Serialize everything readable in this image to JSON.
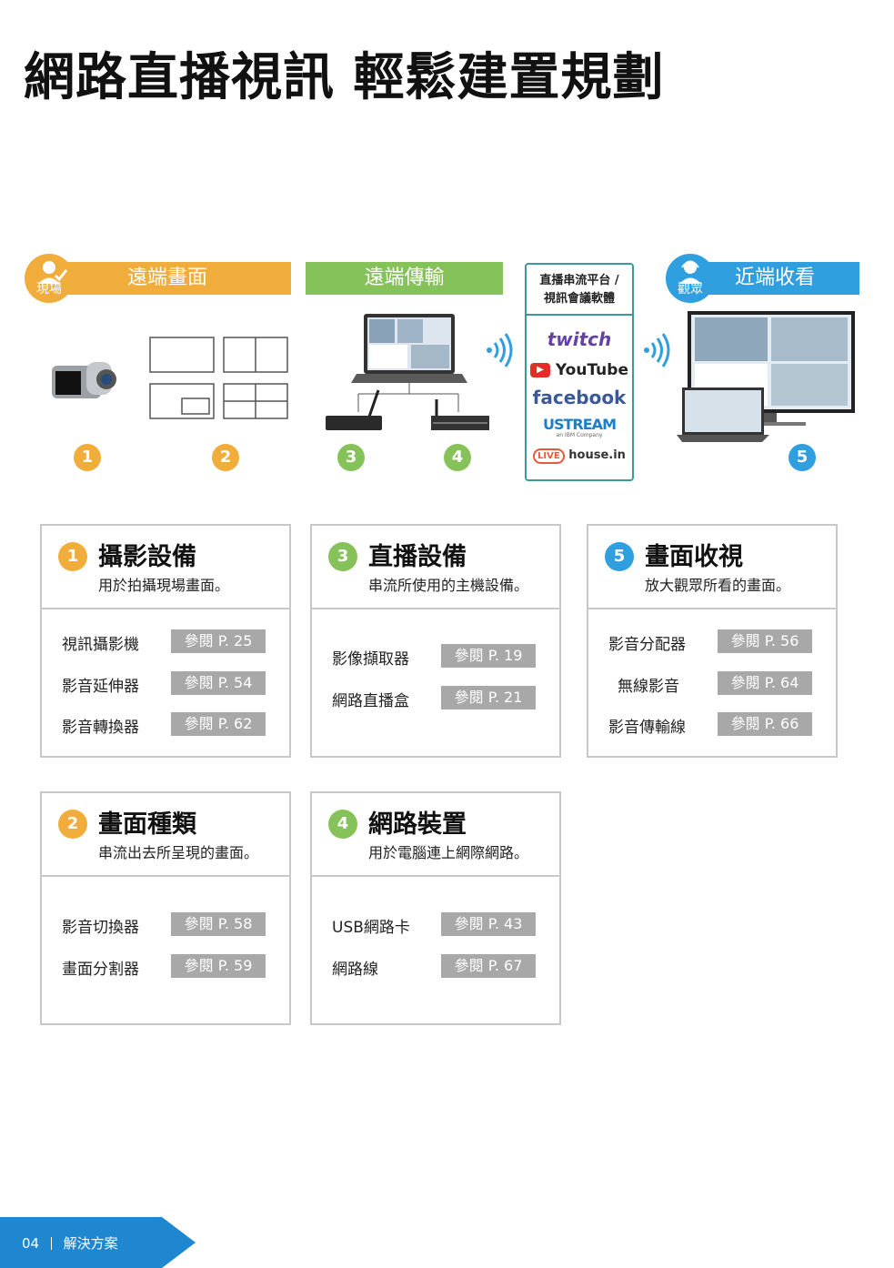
{
  "page_title": "網路直播視訊 輕鬆建置規劃",
  "flow": {
    "remote_view_icon_label": "現場",
    "remote_view_title": "遠端畫面",
    "remote_transmit_title": "遠端傳輸",
    "platform_header_line1": "直播串流平台 /",
    "platform_header_line2": "視訊會議軟體",
    "platforms": [
      "twitch",
      "YouTube",
      "facebook",
      "USTREAM",
      "an IBM Company",
      "LIVE",
      "house.in"
    ],
    "near_view_icon_label": "觀眾",
    "near_view_title": "近端收看",
    "step_numbers": [
      "1",
      "2",
      "3",
      "4",
      "5"
    ]
  },
  "cards": [
    {
      "num": "1",
      "title": "攝影設備",
      "subtitle": "用於拍攝現場畫面。",
      "rows": [
        {
          "label": "視訊攝影機",
          "ref": "參閱 P. 25"
        },
        {
          "label": "影音延伸器",
          "ref": "參閱 P. 54"
        },
        {
          "label": "影音轉換器",
          "ref": "參閱 P. 62"
        }
      ]
    },
    {
      "num": "3",
      "title": "直播設備",
      "subtitle": "串流所使用的主機設備。",
      "rows": [
        {
          "label": "影像擷取器",
          "ref": "參閱 P. 19"
        },
        {
          "label": "網路直播盒",
          "ref": "參閱 P. 21"
        }
      ]
    },
    {
      "num": "5",
      "title": "畫面收視",
      "subtitle": "放大觀眾所看的畫面。",
      "rows": [
        {
          "label": "影音分配器",
          "ref": "參閱 P. 56"
        },
        {
          "label": "無線影音",
          "ref": "參閱 P. 64"
        },
        {
          "label": "影音傳輸線",
          "ref": "參閱 P. 66"
        }
      ]
    },
    {
      "num": "2",
      "title": "畫面種類",
      "subtitle": "串流出去所呈現的畫面。",
      "rows": [
        {
          "label": "影音切換器",
          "ref": "參閱 P. 58"
        },
        {
          "label": "畫面分割器",
          "ref": "參閱 P. 59"
        }
      ]
    },
    {
      "num": "4",
      "title": "網路裝置",
      "subtitle": "用於電腦連上網際網路。",
      "rows": [
        {
          "label": "USB網路卡",
          "ref": "參閱 P. 43"
        },
        {
          "label": "網路線",
          "ref": "參閱 P. 67"
        }
      ]
    }
  ],
  "footer": {
    "page_number": "04",
    "section": "解決方案"
  },
  "colors": {
    "orange": "#f0ad3c",
    "green": "#86c25a",
    "blue": "#2f9fe0",
    "teal": "#3a9a9a",
    "ref_gray": "#a8a8a8",
    "footer_blue": "#1f86d0"
  }
}
